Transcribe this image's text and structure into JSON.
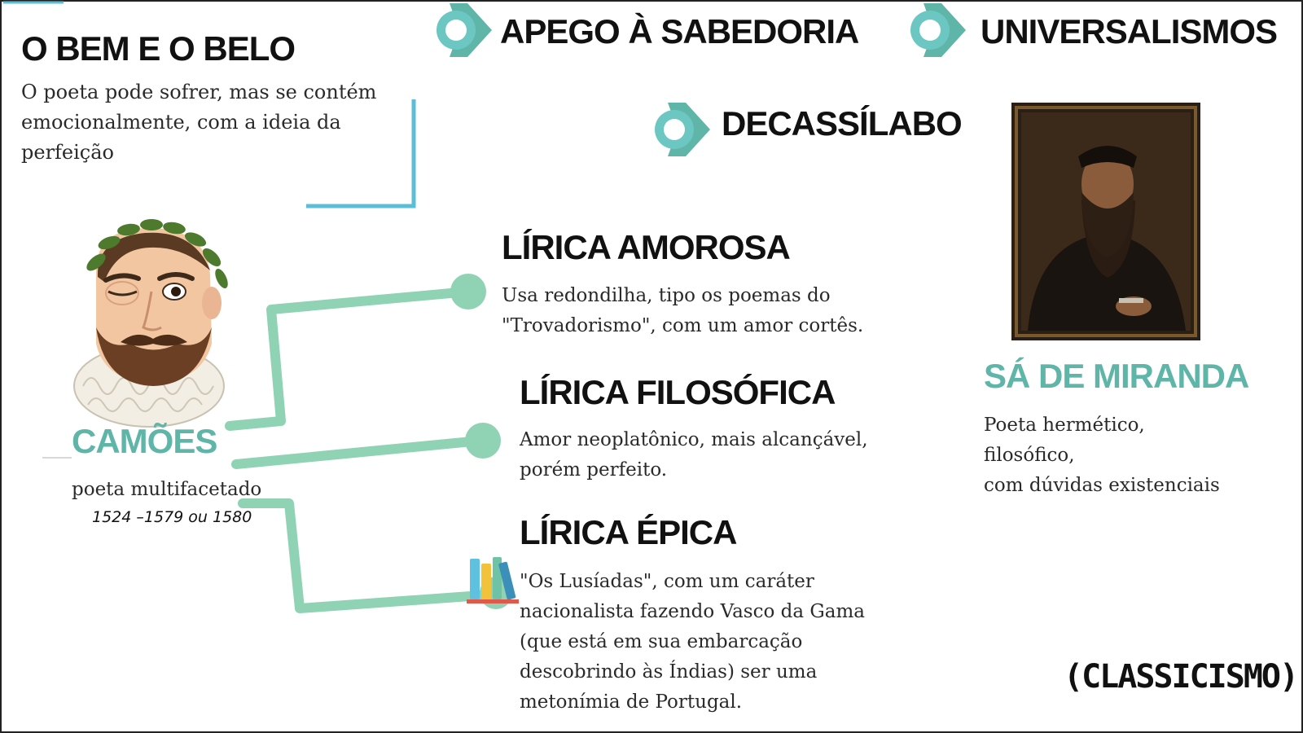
{
  "top_left": {
    "title": "O BEM E O BELO",
    "text_lines": [
      "O poeta pode sofrer, mas se contém",
      "emocionalmente, com a ideia da",
      "perfeição"
    ]
  },
  "headings": {
    "apego": "APEGO À SABEDORIA",
    "universalismos": "UNIVERSALISMOS",
    "decassilabo": "DECASSÍLABO"
  },
  "camoes": {
    "name": "CAMÕES",
    "subtitle": "poeta multifacetado",
    "dates": "1524 –1579 ou 1580"
  },
  "lirica_amorosa": {
    "title": "LÍRICA AMOROSA",
    "lines": [
      "Usa redondilha, tipo os poemas do",
      "\"Trovadorismo\", com um amor cortês."
    ]
  },
  "lirica_filosofica": {
    "title": "LÍRICA FILOSÓFICA",
    "lines": [
      "Amor neoplatônico, mais alcançável,",
      "porém perfeito."
    ]
  },
  "lirica_epica": {
    "title": "LÍRICA ÉPICA",
    "lines": [
      "\"Os Lusíadas\", com um caráter",
      "nacionalista fazendo Vasco da Gama",
      "(que está em sua embarcação",
      "descobrindo às Índias) ser uma",
      "metonímia de Portugal."
    ]
  },
  "sa_de_miranda": {
    "name": "SÁ DE MIRANDA",
    "lines": [
      "Poeta hermético,",
      "filosófico,",
      "com dúvidas existenciais"
    ]
  },
  "footer": {
    "label": "(CLASSICISMO)"
  },
  "colors": {
    "teal": "#5fb5a8",
    "green_line": "#8fd3b4",
    "cyan_line": "#5bbdd6"
  },
  "icons": [
    "arrow-circle-icon",
    "books-icon"
  ]
}
